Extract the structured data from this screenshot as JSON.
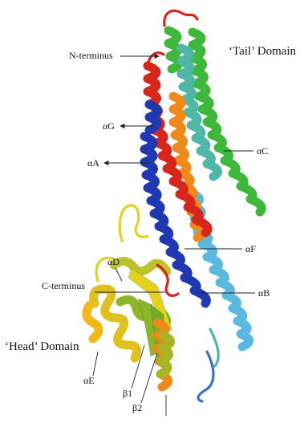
{
  "figure": {
    "domains": {
      "tail": "‘Tail’ Domain",
      "head": "‘Head’ Domain"
    },
    "labels": {
      "n_terminus": "N-terminus",
      "c_terminus": "C-terminus",
      "alpha_a": "αA",
      "alpha_b": "αB",
      "alpha_c": "αC",
      "alpha_d": "αD",
      "alpha_e": "αE",
      "alpha_f": "αF",
      "alpha_g": "αG",
      "beta_1": "β1",
      "beta_2": "β2"
    },
    "chain_colors": {
      "red": "#d8261c",
      "orange": "#ef8a1a",
      "yellow": "#e2d21e",
      "olive_green": "#8cb52a",
      "green": "#3db83a",
      "teal": "#4fb7a5",
      "light_blue": "#5ab9e0",
      "blue": "#1f39b3"
    }
  }
}
